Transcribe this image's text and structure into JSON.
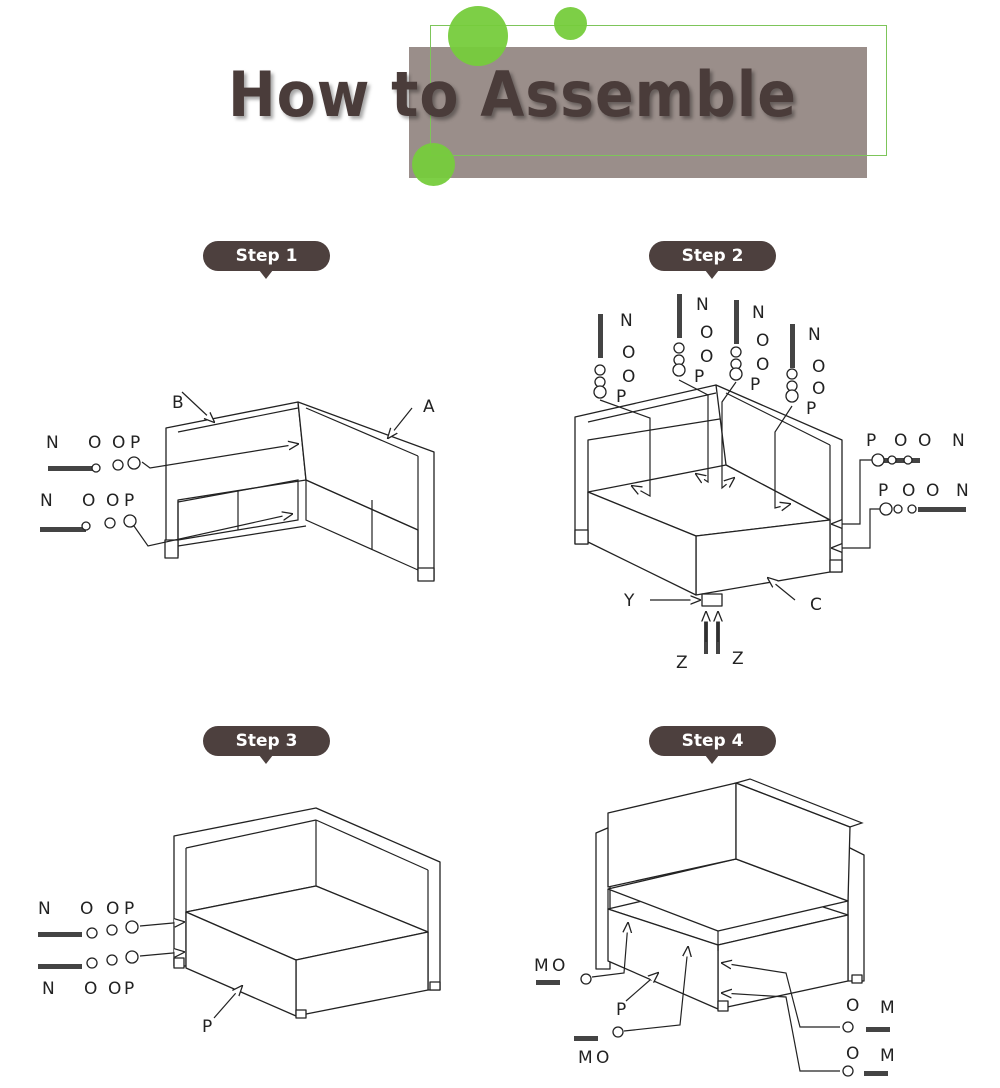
{
  "title": "How to Assemble",
  "colors": {
    "accent_green": "#76cc3c",
    "banner_grey": "#9a8e8a",
    "badge_brown": "#4d403e"
  },
  "steps": [
    {
      "label": "Step 1",
      "parts": {
        "a": "A",
        "b": "B",
        "n": "N",
        "o": "O",
        "p": "P"
      }
    },
    {
      "label": "Step 2",
      "parts": {
        "c": "C",
        "n": "N",
        "o": "O",
        "p": "P",
        "y": "Y",
        "z": "Z"
      }
    },
    {
      "label": "Step 3",
      "parts": {
        "n": "N",
        "o": "O",
        "p": "P"
      }
    },
    {
      "label": "Step 4",
      "parts": {
        "m": "M",
        "o": "O",
        "p": "P"
      }
    }
  ]
}
